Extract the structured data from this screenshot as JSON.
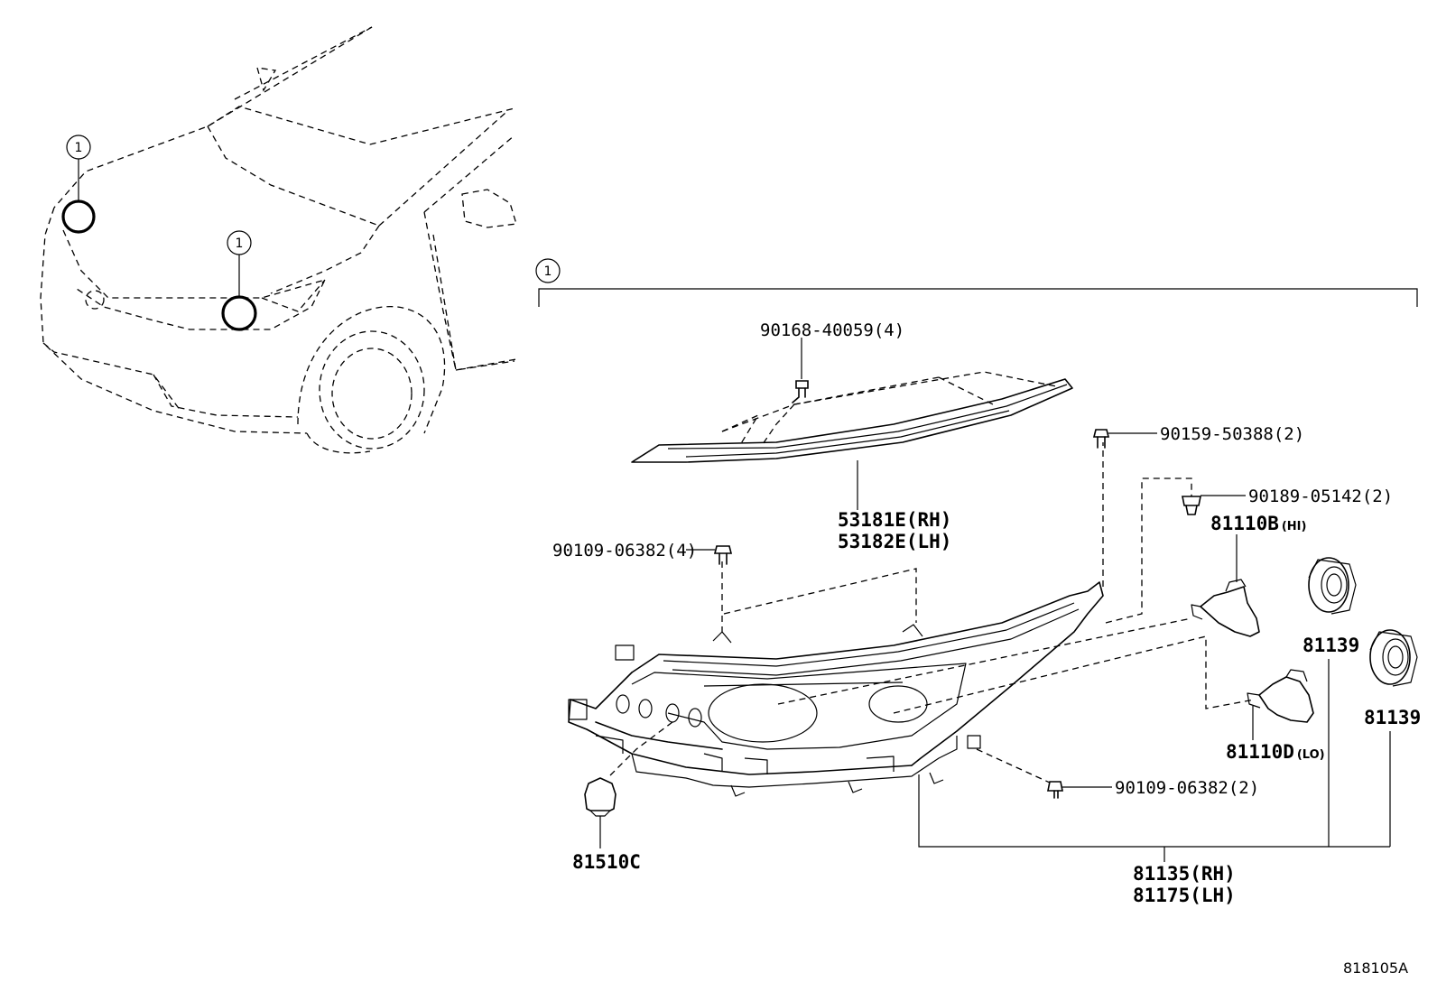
{
  "callout_marker": "1",
  "parts": {
    "screw_90168": "90168-40059(4)",
    "moulding_rh": "53181E(RH)",
    "moulding_lh": "53182E(LH)",
    "bolt_90159": "90159-50388(2)",
    "clip_90189": "90189-05142(2)",
    "bulb_hi": "81110B",
    "bulb_hi_note": "(HI)",
    "bolt_90109_top": "90109-06382(4)",
    "cover_81139_a": "81139",
    "cover_81139_b": "81139",
    "bulb_lo": "81110D",
    "bulb_lo_note": "(LO)",
    "bolt_90109_bottom": "90109-06382(2)",
    "bulb_81510c": "81510C",
    "headlamp_rh": "81135(RH)",
    "headlamp_lh": "81175(LH)"
  },
  "figure_ref": "818105A"
}
